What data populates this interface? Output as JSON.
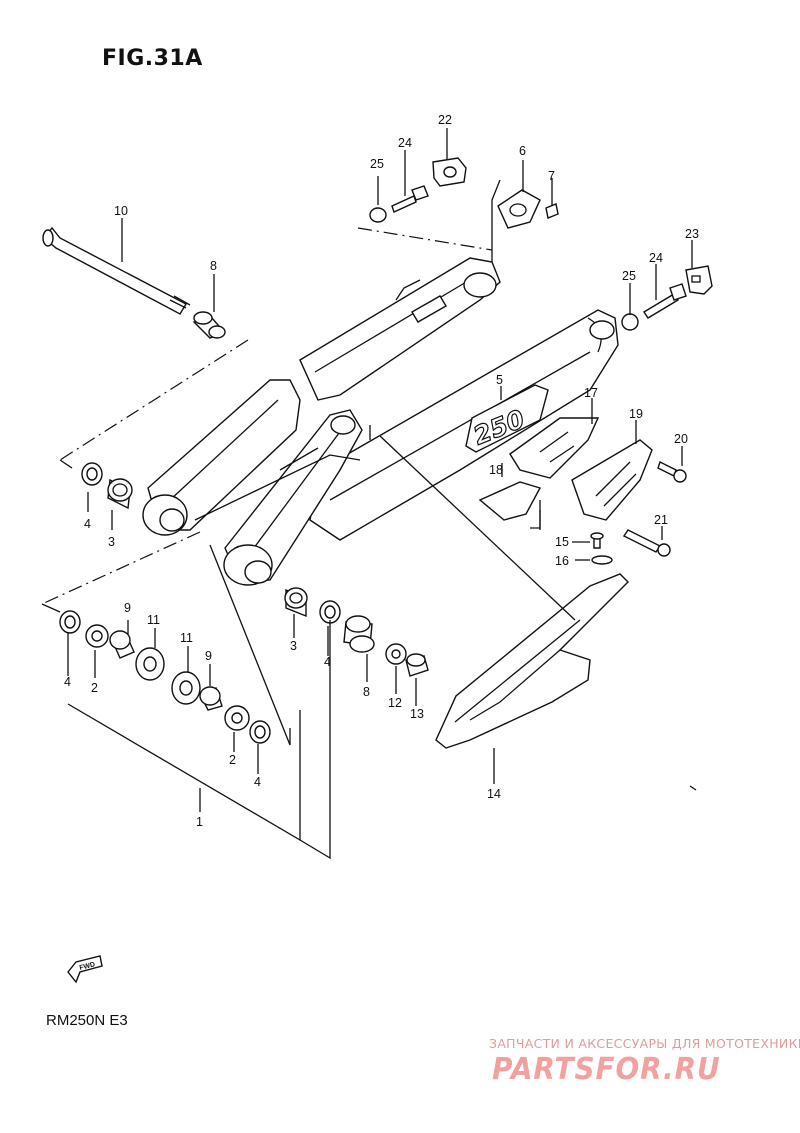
{
  "figure_title": "FIG.31A",
  "model_code": "RM250N E3",
  "badge_text": "250",
  "fwd_label": "FWD",
  "watermark": {
    "tagline": "ЗАПЧАСТИ И АКСЕССУАРЫ ДЛЯ МОТОТЕХНИКИ",
    "brand": "PARTSFOR.RU"
  },
  "callouts": {
    "c1": "1",
    "c2a": "2",
    "c2b": "2",
    "c3a": "3",
    "c3b": "3",
    "c4a": "4",
    "c4b": "4",
    "c4c": "4",
    "c4d": "4",
    "c5": "5",
    "c6": "6",
    "c7": "7",
    "c8a": "8",
    "c8b": "8",
    "c9a": "9",
    "c9b": "9",
    "c10": "10",
    "c11a": "11",
    "c11b": "11",
    "c12": "12",
    "c13": "13",
    "c14": "14",
    "c15": "15",
    "c16": "16",
    "c17": "17",
    "c18": "18",
    "c19": "19",
    "c20": "20",
    "c21": "21",
    "c22": "22",
    "c23": "23",
    "c24a": "24",
    "c24b": "24",
    "c25a": "25",
    "c25b": "25"
  },
  "colors": {
    "line": "#111111",
    "watermark": "#f2a0a0"
  }
}
